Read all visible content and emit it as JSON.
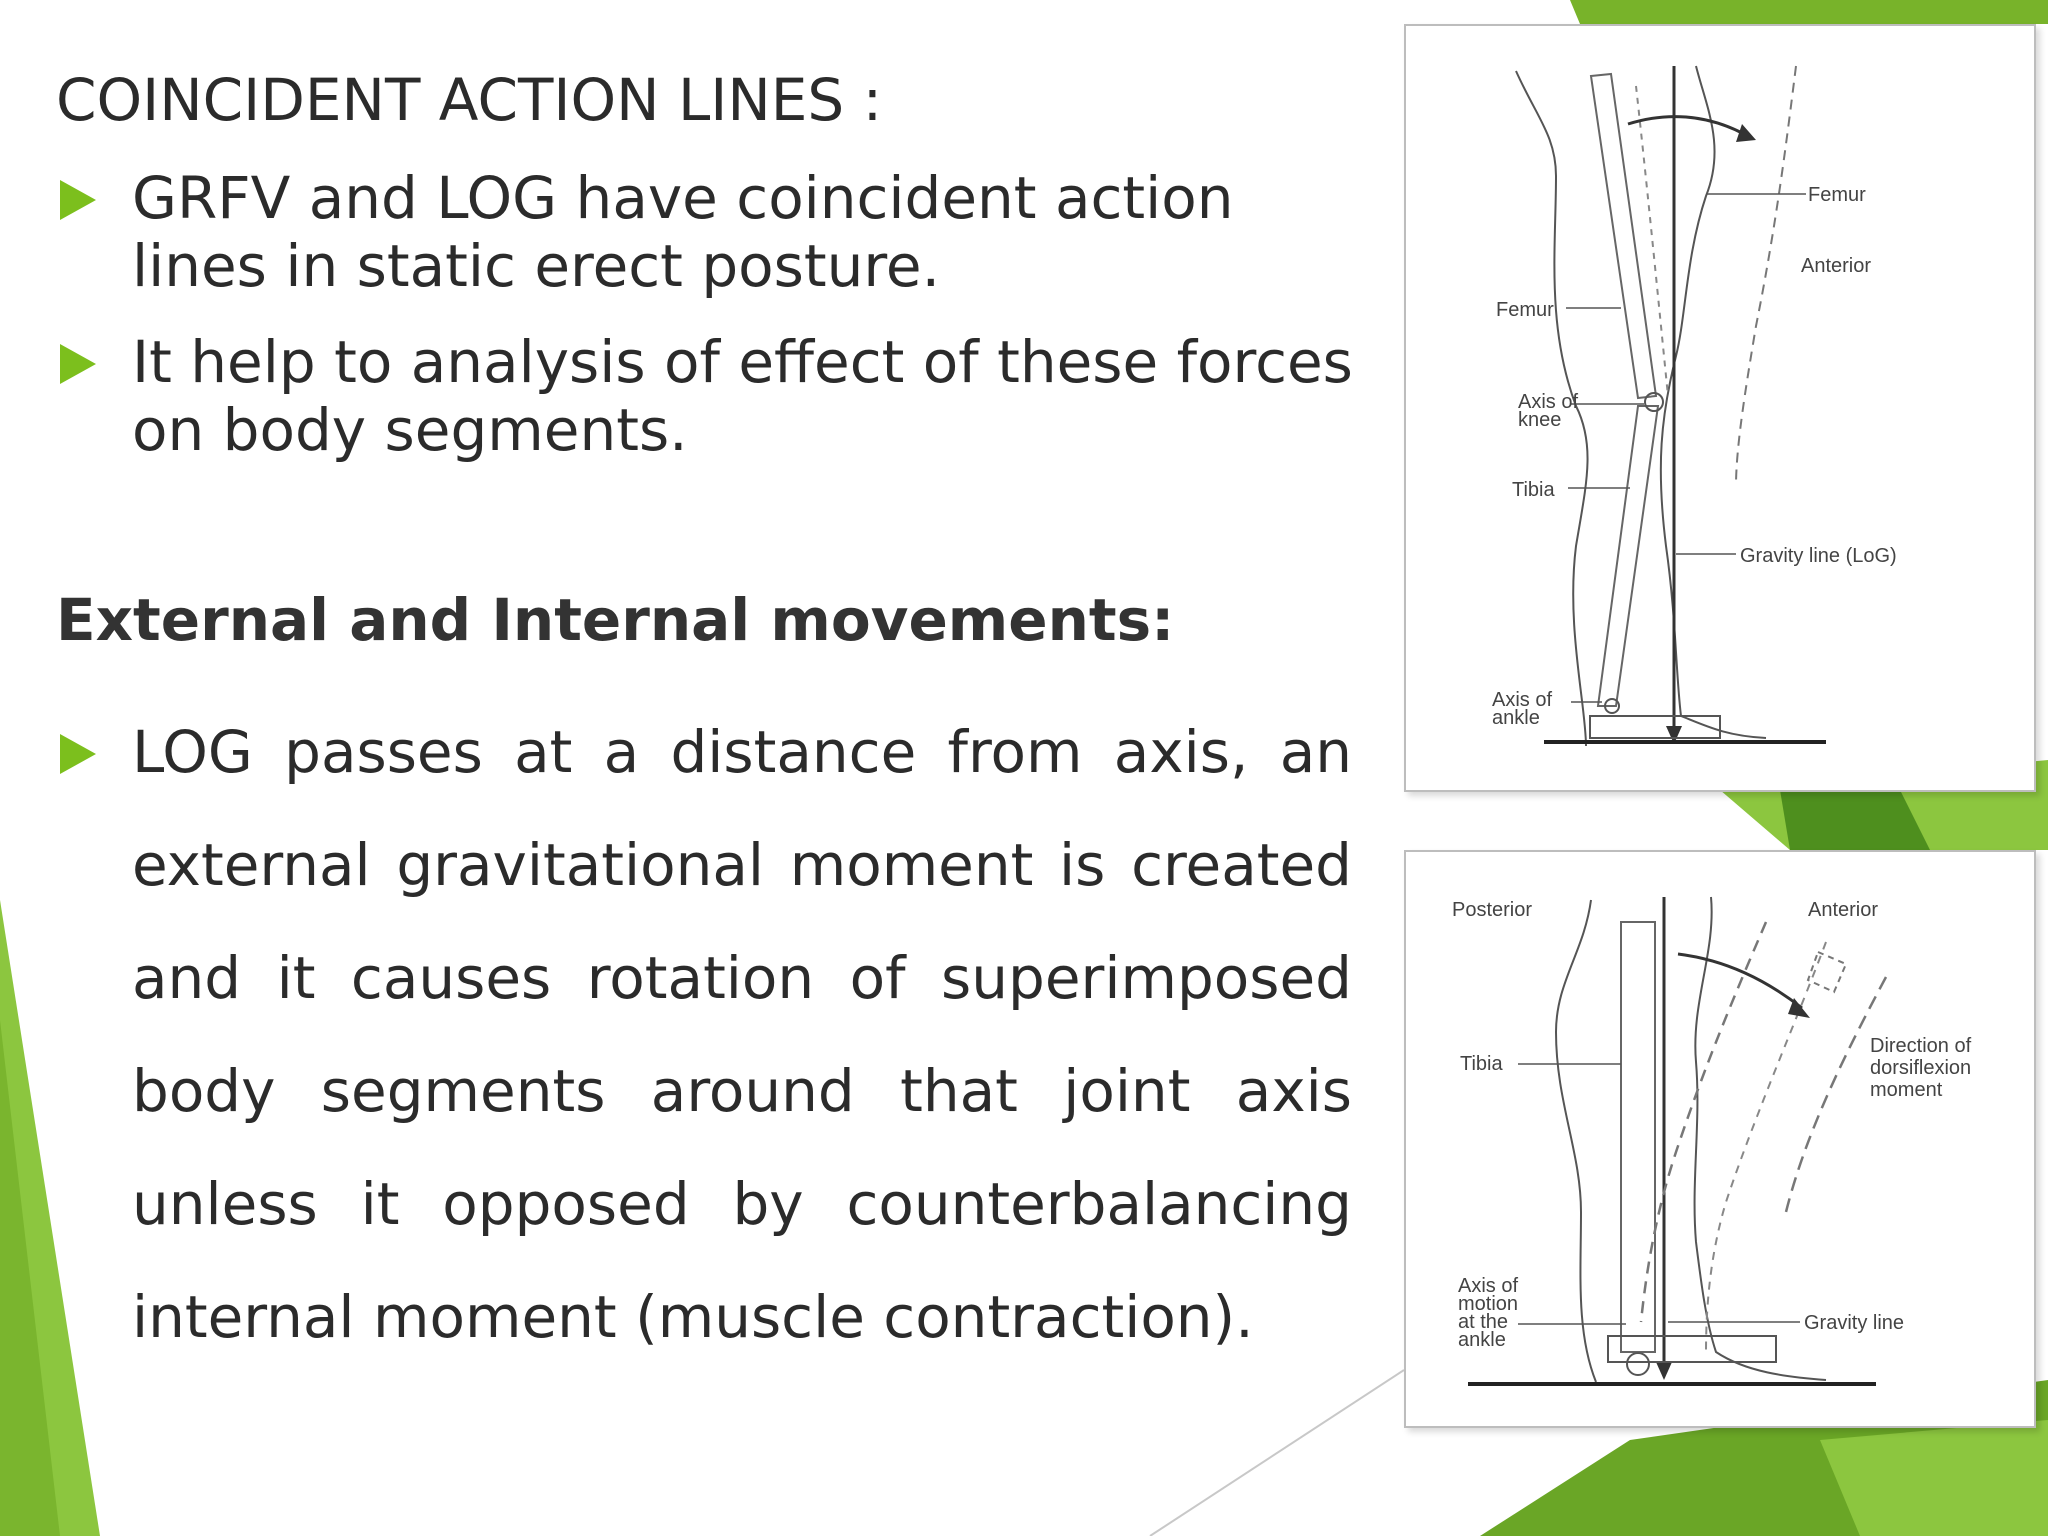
{
  "slide": {
    "heading1": "COINCIDENT ACTION LINES :",
    "bullets_top": [
      "GRFV and LOG have coincident action lines in static erect posture.",
      "It help to analysis of effect of these forces on body segments."
    ],
    "heading2": "External and Internal movements:",
    "bullet_bottom": "LOG passes at a distance from axis, an external gravitational moment is created and it causes rotation of superimposed body segments around that joint axis unless it opposed by counterbalancing internal moment (muscle contraction).",
    "accent_color": "#7cbf1d"
  },
  "figure_knee": {
    "labels": {
      "femur_right": "Femur",
      "anterior": "Anterior",
      "femur_left": "Femur",
      "axis_knee_1": "Axis of",
      "axis_knee_2": "knee",
      "tibia": "Tibia",
      "gravity_line": "Gravity line (LoG)",
      "axis_ankle_1": "Axis of",
      "axis_ankle_2": "ankle"
    }
  },
  "figure_ankle": {
    "labels": {
      "posterior": "Posterior",
      "anterior": "Anterior",
      "tibia": "Tibia",
      "direction_1": "Direction of",
      "direction_2": "dorsiflexion",
      "direction_3": "moment",
      "axis_1": "Axis of",
      "axis_2": "motion",
      "axis_3": "at the",
      "axis_4": "ankle",
      "gravity_line": "Gravity line"
    }
  }
}
